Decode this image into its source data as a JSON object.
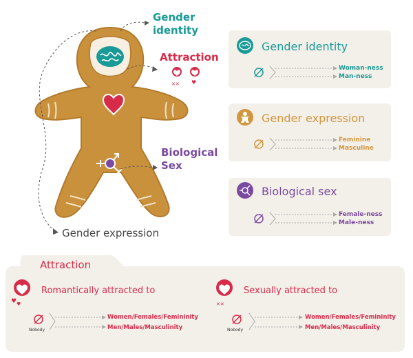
{
  "figure_labels": {
    "gender_identity": "Gender identity",
    "attraction": "Attraction",
    "biological_sex": "Biological Sex",
    "gender_expression": "Gender expression"
  },
  "cards": {
    "gender_identity": {
      "title": "Gender identity",
      "low": "Woman-ness",
      "high": "Man-ness"
    },
    "gender_expression": {
      "title": "Gender expression",
      "low": "Feminine",
      "high": "Masculine"
    },
    "biological_sex": {
      "title": "Biological sex",
      "low": "Female-ness",
      "high": "Male-ness"
    }
  },
  "attraction_panel": {
    "title": "Attraction",
    "romantic": {
      "label": "Romantically attracted to",
      "none": "Nobody",
      "low": "Women/Females/Femininity",
      "high": "Men/Males/Masculinity"
    },
    "sexual": {
      "label": "Sexually attracted to",
      "none": "Nobody",
      "low": "Women/Females/Femininity",
      "high": "Men/Males/Masculinity"
    }
  },
  "colors": {
    "gingerbread": "#c9913c",
    "teal": "#1a9a96",
    "red": "#d62c4a",
    "purple": "#7a4aa0",
    "orange": "#d2963c",
    "card_bg": "#f3efe9"
  }
}
